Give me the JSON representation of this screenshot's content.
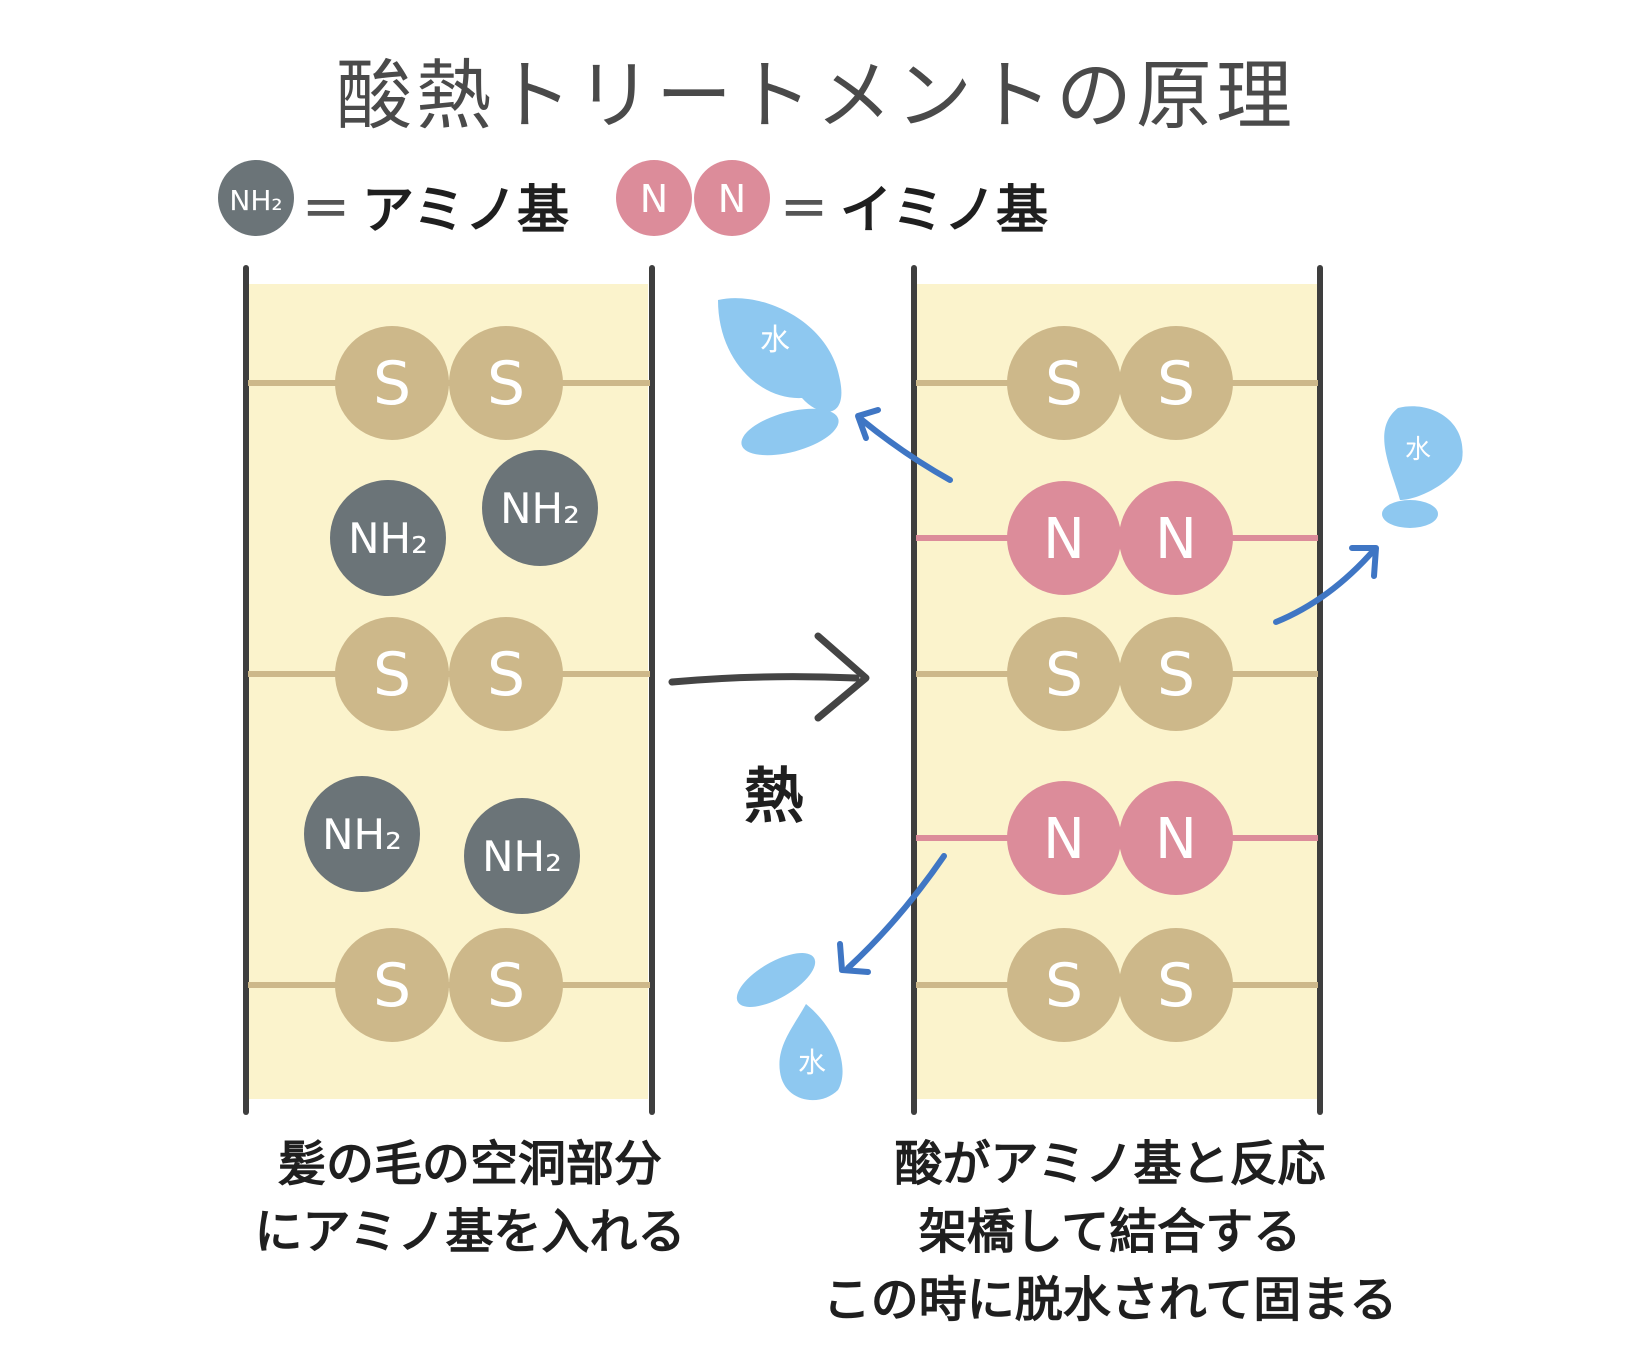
{
  "title": "酸熱トリートメントの原理",
  "legend": {
    "amino_symbol": "NH₂",
    "amino_label": "アミノ基",
    "imino_symbol": "N",
    "imino_label": "イミノ基",
    "equals": "＝"
  },
  "atoms": {
    "sulfur": "S",
    "nitrogen": "N",
    "amino": "NH₂",
    "water": "水"
  },
  "heat_label": "熱",
  "captions": {
    "left": [
      "髪の毛の空洞部分",
      "にアミノ基を入れる"
    ],
    "right": [
      "酸がアミノ基と反応",
      "架橋して結合する",
      "この時に脱水されて固まる"
    ]
  },
  "colors": {
    "fiber_bg": "#fbf3cc",
    "sulfur": "#cdb88a",
    "amino": "#6b7478",
    "imino": "#dc8c9a",
    "water": "#8ec8f0",
    "arrow_blue": "#3f76c4",
    "border": "#3e3e3e"
  },
  "icons": [
    "water-drop-icon",
    "arrow-icon"
  ]
}
